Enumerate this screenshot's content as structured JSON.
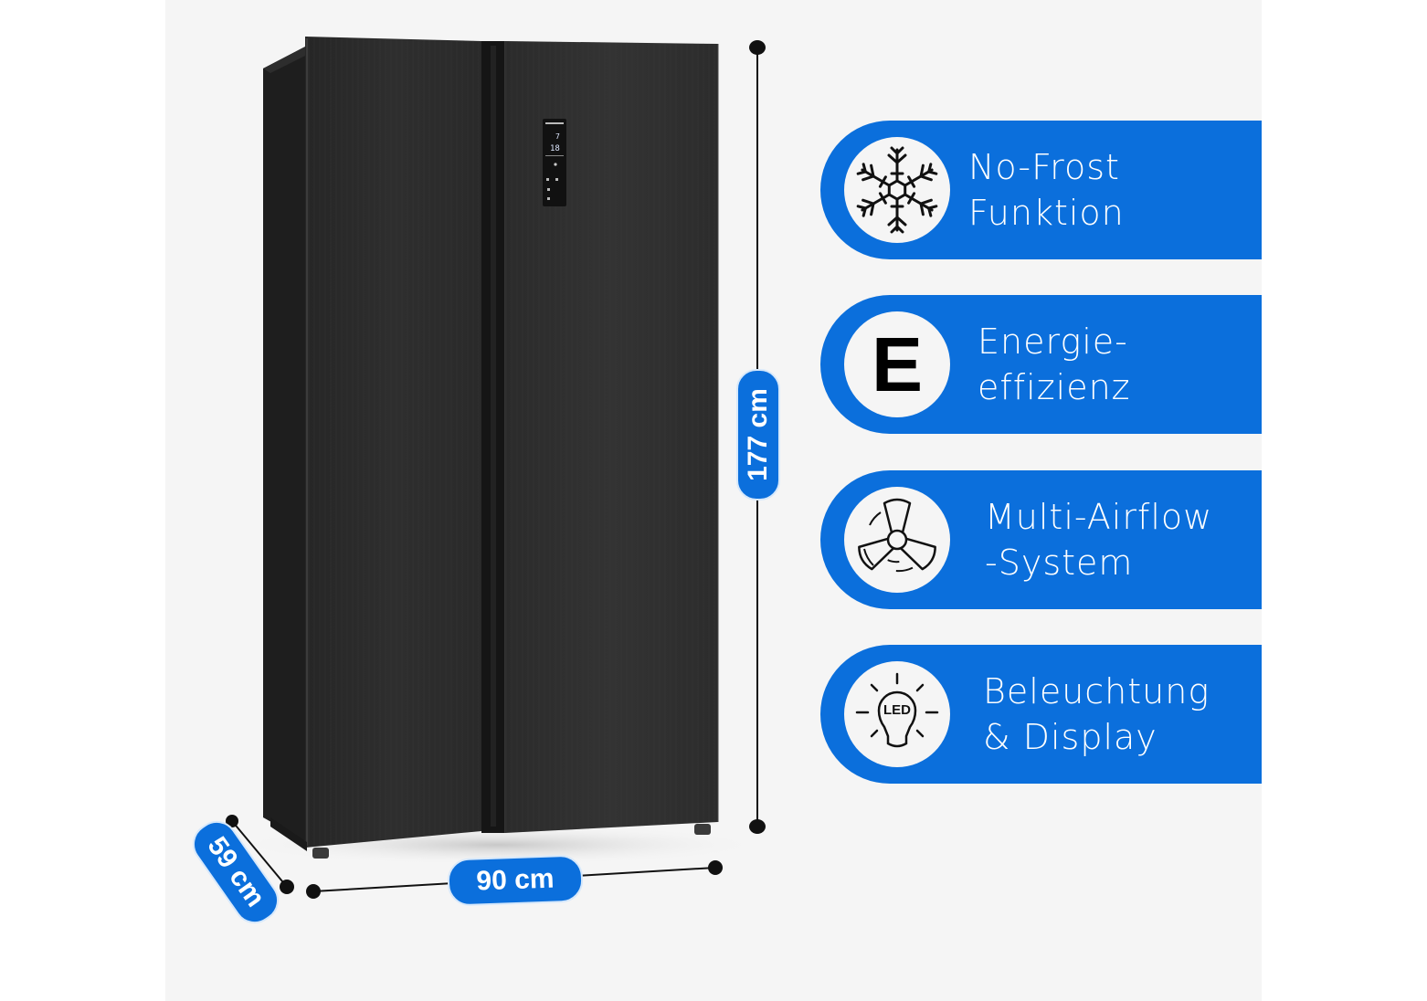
{
  "dimensions": {
    "height": "177 cm",
    "width": "90 cm",
    "depth": "59 cm"
  },
  "features": [
    {
      "icon": "snowflake-icon",
      "line1": "No-Frost",
      "line2": "Funktion"
    },
    {
      "icon": "energy-class-icon",
      "icon_text": "E",
      "line1": "Energie-",
      "line2": "effizienz"
    },
    {
      "icon": "fan-icon",
      "line1": "Multi-Airflow",
      "line2": "-System"
    },
    {
      "icon": "led-bulb-icon",
      "icon_text": "LED",
      "line1": "Beleuchtung",
      "line2": "& Display"
    }
  ],
  "colors": {
    "accent": "#0b6fdc",
    "panel_bg": "#f5f5f5",
    "fridge": "#2a2a2a"
  }
}
